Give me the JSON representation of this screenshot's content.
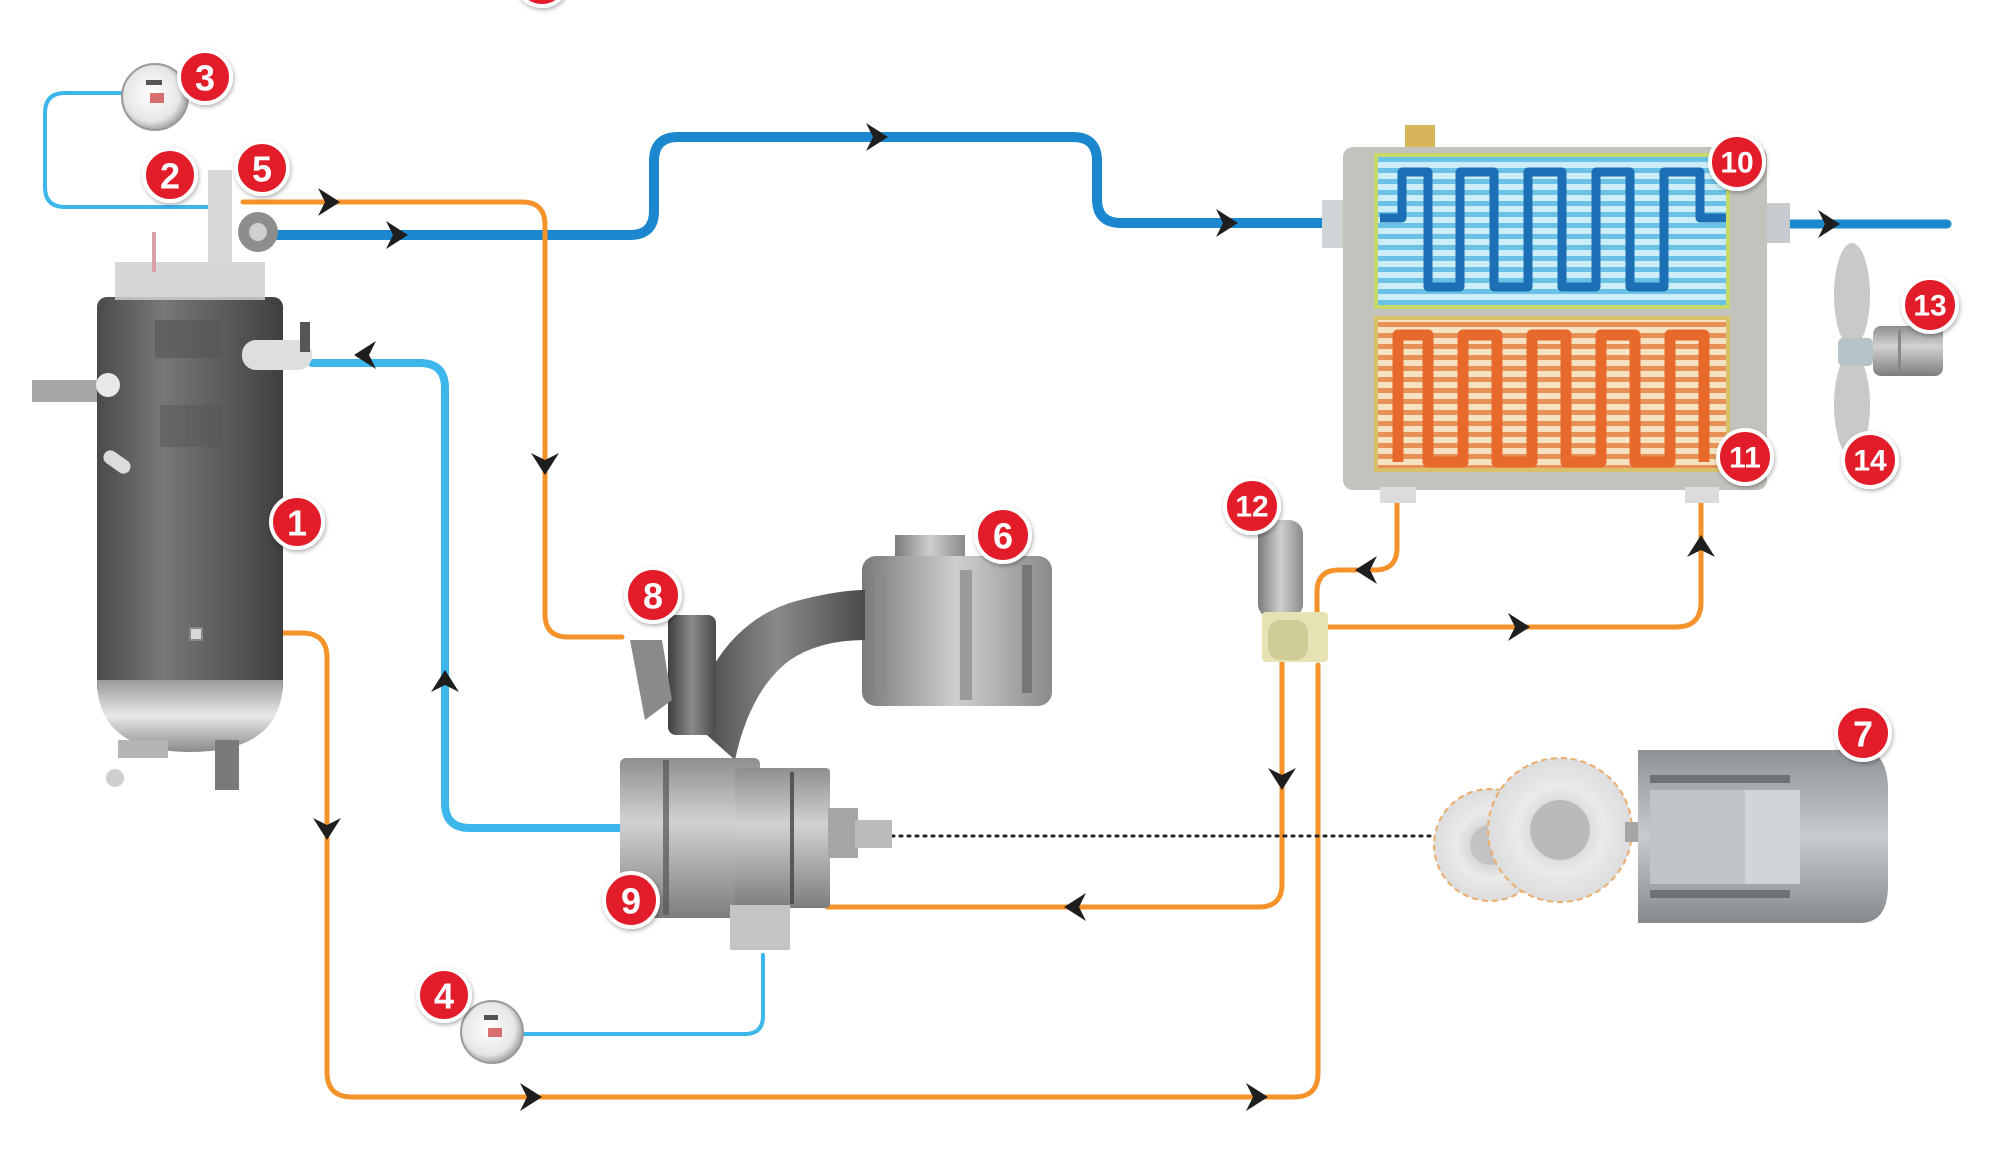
{
  "diagram": {
    "title": "Screw air compressor system flow diagram",
    "legend": {
      "compressed_air_line": "#1a87cf",
      "air_suction_control_line": "#3db6ec",
      "oil_line": "#f5922a",
      "drive_coupling": "#222222"
    },
    "components": [
      {
        "id": "1",
        "name": "air-oil separator tank"
      },
      {
        "id": "2",
        "name": "minimum pressure valve"
      },
      {
        "id": "3",
        "name": "pressure gauge"
      },
      {
        "id": "4",
        "name": "vacuum gauge"
      },
      {
        "id": "5",
        "name": "air outlet valve"
      },
      {
        "id": "6",
        "name": "air filter"
      },
      {
        "id": "7",
        "name": "electric motor"
      },
      {
        "id": "8",
        "name": "intake valve"
      },
      {
        "id": "9",
        "name": "screw air end"
      },
      {
        "id": "10",
        "name": "air cooler"
      },
      {
        "id": "11",
        "name": "oil cooler"
      },
      {
        "id": "12",
        "name": "thermostatic valve"
      },
      {
        "id": "13",
        "name": "fan motor"
      },
      {
        "id": "14",
        "name": "cooling fan"
      }
    ],
    "badges": [
      "1",
      "2",
      "3",
      "4",
      "5",
      "6",
      "7",
      "8",
      "9",
      "10",
      "11",
      "12",
      "13",
      "14"
    ],
    "colors": {
      "badge": "#e31e2b",
      "badge_text": "#ffffff",
      "arrow": "#1e1e1e",
      "tank": "#5d5d5d",
      "metal": "#b9b9b9"
    }
  }
}
